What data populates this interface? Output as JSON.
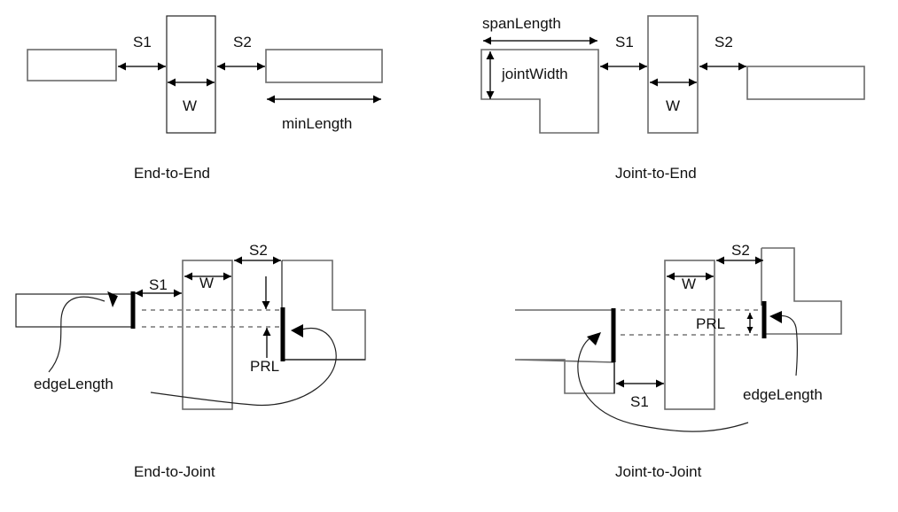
{
  "diagrams": {
    "end_to_end": {
      "caption": "End-to-End",
      "labels": {
        "s1": "S1",
        "s2": "S2",
        "w": "W",
        "min_length": "minLength"
      }
    },
    "joint_to_end": {
      "caption": "Joint-to-End",
      "labels": {
        "span_length": "spanLength",
        "joint_width": "jointWidth",
        "s1": "S1",
        "s2": "S2",
        "w": "W"
      }
    },
    "end_to_joint": {
      "caption": "End-to-Joint",
      "labels": {
        "s1": "S1",
        "s2": "S2",
        "w": "W",
        "prl": "PRL",
        "edge_length": "edgeLength"
      }
    },
    "joint_to_joint": {
      "caption": "Joint-to-Joint",
      "labels": {
        "s1": "S1",
        "s2": "S2",
        "w": "W",
        "prl": "PRL",
        "edge_length": "edgeLength"
      }
    }
  }
}
